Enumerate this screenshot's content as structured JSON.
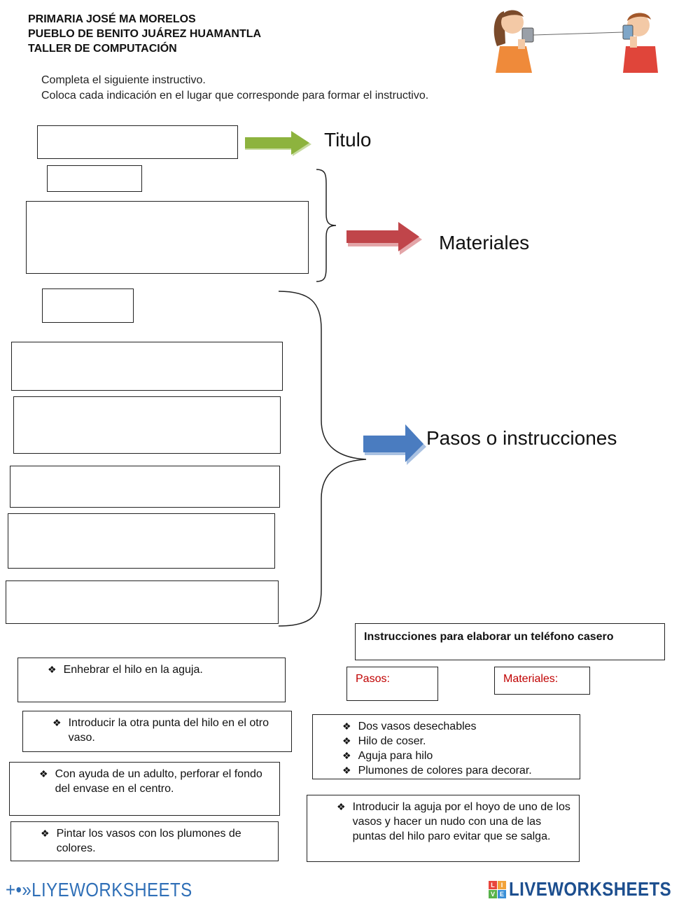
{
  "header": {
    "school": "PRIMARIA JOSÉ MA MORELOS",
    "town": "PUEBLO DE BENITO JUÁREZ HUAMANTLA",
    "workshop": "TALLER DE COMPUTACIÓN"
  },
  "intro": {
    "line1": "Completa el siguiente instructivo.",
    "line2": "Coloca cada indicación en el lugar que corresponde para formar el instructivo."
  },
  "labels": {
    "titulo": "Titulo",
    "materiales": "Materiales",
    "pasos": "Pasos o instrucciones"
  },
  "options": {
    "title_card": "Instrucciones para elaborar un teléfono casero",
    "pasos_card": "Pasos:",
    "materiales_card": "Materiales:",
    "materials_list": [
      "Dos vasos desechables",
      "Hilo de coser.",
      "Aguja para hilo",
      "Plumones de colores para decorar."
    ],
    "step_enhebrar": "Enhebrar el hilo en la aguja.",
    "step_otra_punta": "Introducir la otra punta del hilo  en el otro vaso.",
    "step_perforar": "Con ayuda de un adulto, perforar el fondo del envase en el centro.",
    "step_pintar": "Pintar los vasos con los plumones de colores.",
    "step_aguja": "Introducir la aguja por el hoyo de uno de los vasos y hacer un nudo con una de las puntas del hilo paro evitar que se salga."
  },
  "bullet": "❖",
  "footer": {
    "left": "+•»LIYEWORKSHEETS",
    "right": "LIVEWORKSHEETS",
    "logo_letters": [
      "L",
      "I",
      "V",
      "E"
    ]
  },
  "colors": {
    "arrow_green": "#8db33e",
    "arrow_red": "#c0454a",
    "arrow_blue": "#4a7cc0",
    "red_text": "#c00000"
  }
}
